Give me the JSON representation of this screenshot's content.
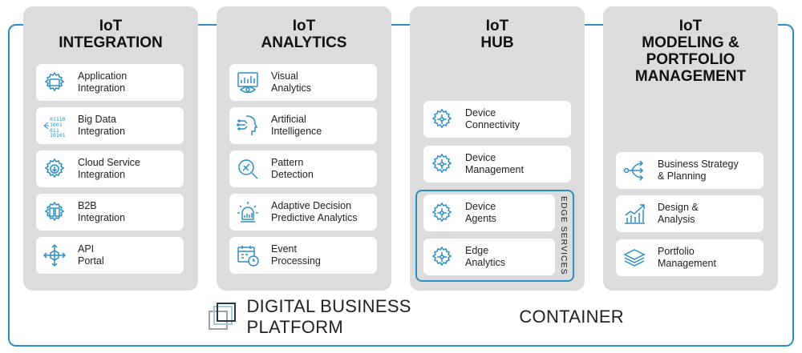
{
  "columns": [
    {
      "title": "IoT\nINTEGRATION",
      "items": [
        {
          "label": "Application\nIntegration",
          "icon": "gear-screen-icon"
        },
        {
          "label": "Big Data\nIntegration",
          "icon": "binary-data-icon"
        },
        {
          "label": "Cloud Service\nIntegration",
          "icon": "cloud-gear-icon"
        },
        {
          "label": "B2B\nIntegration",
          "icon": "b2b-exchange-icon"
        },
        {
          "label": "API\nPortal",
          "icon": "api-arrows-icon"
        }
      ]
    },
    {
      "title": "IoT\nANALYTICS",
      "items": [
        {
          "label": "Visual\nAnalytics",
          "icon": "visual-analytics-icon"
        },
        {
          "label": "Artificial\nIntelligence",
          "icon": "ai-head-icon"
        },
        {
          "label": "Pattern\nDetection",
          "icon": "magnifier-icon"
        },
        {
          "label": "Adaptive Decision\nPredictive Analytics",
          "icon": "predictive-bulb-icon"
        },
        {
          "label": "Event\nProcessing",
          "icon": "calendar-clock-icon"
        }
      ]
    },
    {
      "title": "IoT\nHUB",
      "items": [
        {
          "label": "Device\nConnectivity",
          "icon": "hub-gear-icon"
        },
        {
          "label": "Device\nManagement",
          "icon": "hub-gear-icon"
        },
        {
          "label": "Device\nAgents",
          "icon": "hub-gear-icon"
        },
        {
          "label": "Edge\nAnalytics",
          "icon": "hub-gear-icon"
        }
      ]
    },
    {
      "title": "IoT\nMODELING &\nPORTFOLIO\nMANAGEMENT",
      "items": [
        {
          "label": "Business Strategy\n& Planning",
          "icon": "strategy-arrows-icon"
        },
        {
          "label": "Design &\nAnalysis",
          "icon": "growth-chart-icon"
        },
        {
          "label": "Portfolio\nManagement",
          "icon": "layers-icon"
        }
      ]
    }
  ],
  "edge_services_label": "EDGE SERVICES",
  "footer": {
    "title": "DIGITAL BUSINESS PLATFORM",
    "subtitle": "CONTAINER"
  },
  "colors": {
    "accent": "#2d8ec4",
    "panel": "#dcdcdc",
    "card": "#ffffff"
  }
}
